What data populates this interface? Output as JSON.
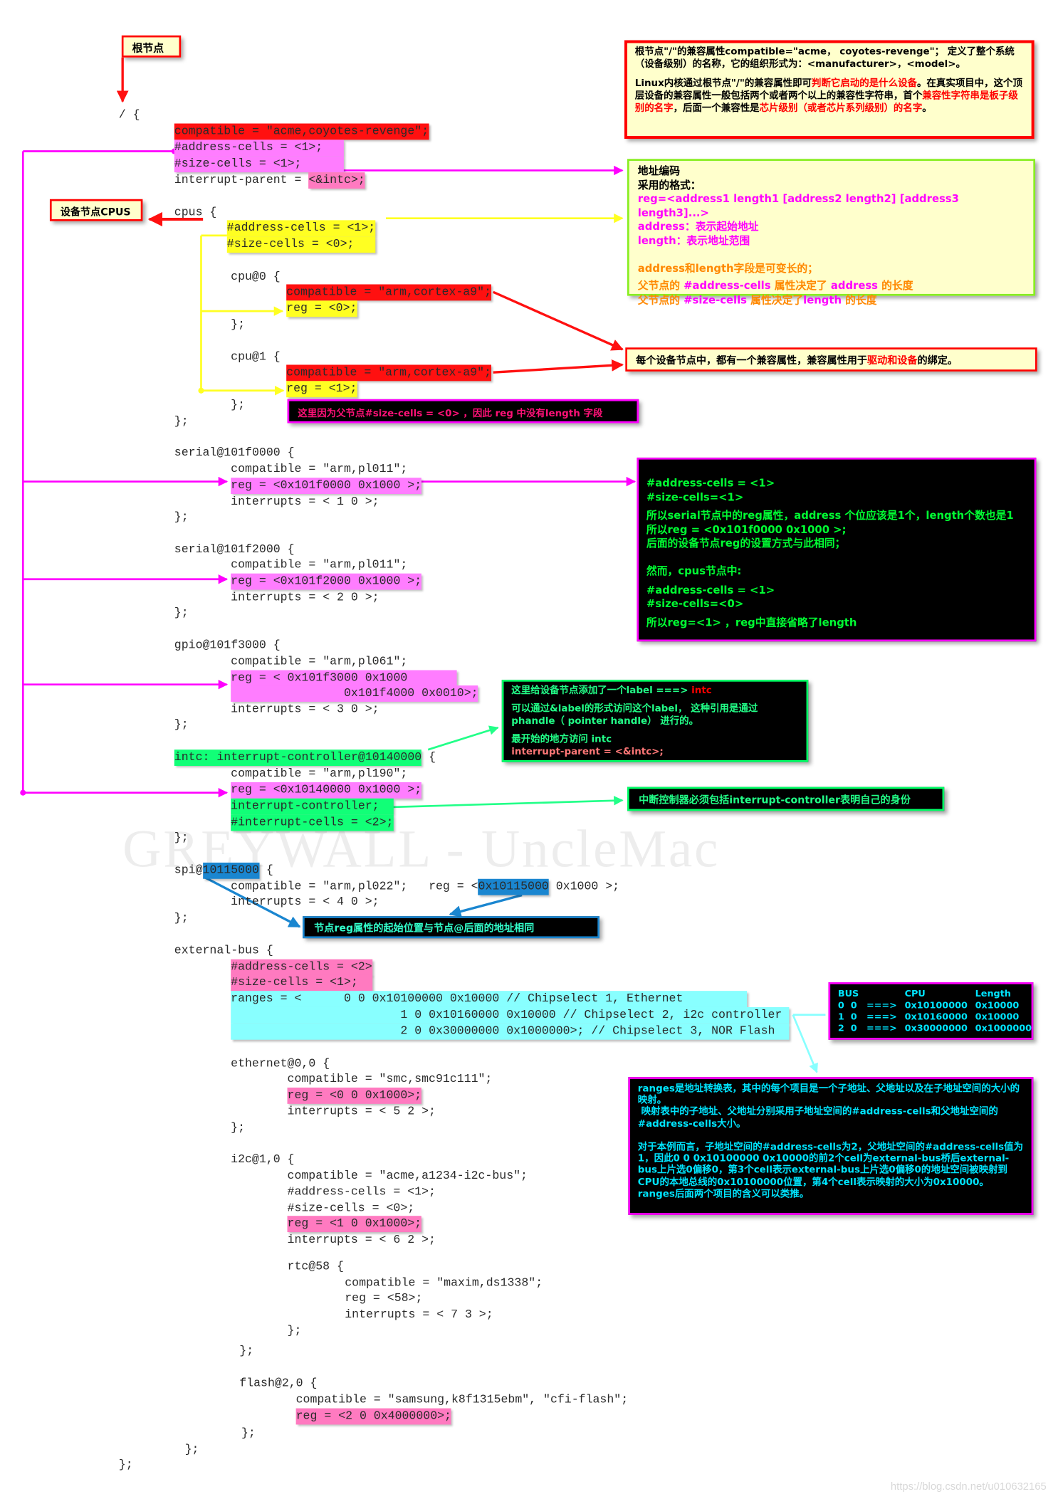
{
  "colors": {
    "red": "#ff1010",
    "violet": "#ff7dff",
    "pink": "#ff7ac0",
    "yellow": "#ffff22",
    "green": "#11ff77",
    "blue": "#1a86d0",
    "cyan": "#88ffff",
    "textred": "#ff0000",
    "magenta": "#ff00ff",
    "orange": "#ff8800",
    "black": "#000000",
    "lime": "#00ff33",
    "noteGreen": "#22ff88",
    "notePink": "#ff1177",
    "salmon": "#ff7777",
    "aqua": "#00e5ff",
    "spiText": "#33ffcc"
  },
  "code": {
    "lines": [
      {
        "segs": [
          {
            "t": "/ {"
          }
        ]
      },
      {
        "segs": [
          {
            "t": "compatible = \"acme,coyotes-revenge\";",
            "hl": "red"
          }
        ]
      },
      {
        "segs": [
          {
            "t": "#address-cells = <1>;   ",
            "hl": "violet"
          }
        ]
      },
      {
        "segs": [
          {
            "t": "#size-cells = <1>;      ",
            "hl": "violet"
          }
        ]
      },
      {
        "segs": [
          {
            "t": "interrupt-parent = "
          },
          {
            "t": "<&intc>;",
            "hl": "pink"
          }
        ]
      },
      {
        "segs": [
          {
            "t": "cpus {"
          }
        ]
      },
      {
        "segs": [
          {
            "t": "#address-cells = <1>;",
            "hl": "yellow"
          }
        ]
      },
      {
        "segs": [
          {
            "t": "#size-cells = <0>;   ",
            "hl": "yellow"
          }
        ]
      },
      {
        "segs": [
          {
            "t": "cpu@0 {"
          }
        ]
      },
      {
        "segs": [
          {
            "t": "compatible = \"arm,cortex-a9\";",
            "hl": "red"
          }
        ]
      },
      {
        "segs": [
          {
            "t": "reg = <0>;",
            "hl": "yellow"
          }
        ]
      },
      {
        "segs": [
          {
            "t": "};"
          }
        ]
      },
      {
        "segs": [
          {
            "t": "cpu@1 {"
          }
        ]
      },
      {
        "segs": [
          {
            "t": "compatible = \"arm,cortex-a9\";",
            "hl": "red"
          }
        ]
      },
      {
        "segs": [
          {
            "t": "reg = <1>;",
            "hl": "yellow"
          }
        ]
      },
      {
        "segs": [
          {
            "t": "};"
          }
        ]
      },
      {
        "segs": [
          {
            "t": "};"
          }
        ]
      },
      {
        "segs": [
          {
            "t": "serial@101f0000 {"
          }
        ]
      },
      {
        "segs": [
          {
            "t": "compatible = \"arm,pl011\";"
          }
        ]
      },
      {
        "segs": [
          {
            "t": "reg = <0x101f0000 0x1000 >;",
            "hl": "violet"
          }
        ]
      },
      {
        "segs": [
          {
            "t": "interrupts = < 1 0 >;"
          }
        ]
      },
      {
        "segs": [
          {
            "t": "};"
          }
        ]
      },
      {
        "segs": [
          {
            "t": "serial@101f2000 {"
          }
        ]
      },
      {
        "segs": [
          {
            "t": "compatible = \"arm,pl011\";"
          }
        ]
      },
      {
        "segs": [
          {
            "t": "reg = <0x101f2000 0x1000 >;",
            "hl": "violet"
          }
        ]
      },
      {
        "segs": [
          {
            "t": "interrupts = < 2 0 >;"
          }
        ]
      },
      {
        "segs": [
          {
            "t": "};"
          }
        ]
      },
      {
        "segs": [
          {
            "t": "gpio@101f3000 {"
          }
        ]
      },
      {
        "segs": [
          {
            "t": "compatible = \"arm,pl061\";"
          }
        ]
      },
      {
        "segs": [
          {
            "t": "reg = < 0x101f3000 0x1000       ",
            "hl": "violet"
          }
        ]
      },
      {
        "segs": [
          {
            "t": "                0x101f4000 0x0010>;",
            "hl": "violet"
          }
        ]
      },
      {
        "segs": [
          {
            "t": "interrupts = < 3 0 >;"
          }
        ]
      },
      {
        "segs": [
          {
            "t": "};"
          }
        ]
      },
      {
        "segs": [
          {
            "t": "intc: interrupt-controller@10140000",
            "hl": "green"
          },
          {
            "t": " {"
          }
        ]
      },
      {
        "segs": [
          {
            "t": "compatible = \"arm,pl190\";"
          }
        ]
      },
      {
        "segs": [
          {
            "t": "reg = <0x10140000 0x1000 >;",
            "hl": "violet"
          }
        ]
      },
      {
        "segs": [
          {
            "t": "interrupt-controller;  ",
            "hl": "green"
          }
        ]
      },
      {
        "segs": [
          {
            "t": "#interrupt-cells = <2>;",
            "hl": "green"
          }
        ]
      },
      {
        "segs": [
          {
            "t": "};"
          }
        ]
      },
      {
        "segs": [
          {
            "t": "spi@"
          },
          {
            "t": "10115000",
            "hl": "blue"
          },
          {
            "t": " {"
          }
        ]
      },
      {
        "segs": [
          {
            "t": "compatible = \"arm,pl022\";   reg = <"
          },
          {
            "t": "0x10115000",
            "hl": "blue"
          },
          {
            "t": " 0x1000 >;"
          }
        ]
      },
      {
        "segs": [
          {
            "t": "interrupts = < 4 0 >;"
          }
        ]
      },
      {
        "segs": [
          {
            "t": "};"
          }
        ]
      },
      {
        "segs": [
          {
            "t": "external-bus {"
          }
        ]
      },
      {
        "segs": [
          {
            "t": "#address-cells = <2>",
            "hl": "pink"
          }
        ]
      },
      {
        "segs": [
          {
            "t": "#size-cells = <1>;  ",
            "hl": "pink"
          }
        ]
      },
      {
        "segs": [
          {
            "t": "ranges = <      0 0 0x10100000 0x10000 // Chipselect 1, Ethernet         ",
            "hl": "cyan"
          }
        ]
      },
      {
        "segs": [
          {
            "t": "                        1 0 0x10160000 0x10000 // Chipselect 2, i2c controller ",
            "hl": "cyan"
          }
        ]
      },
      {
        "segs": [
          {
            "t": "                        2 0 0x30000000 0x1000000>; // Chipselect 3, NOR Flash  ",
            "hl": "cyan"
          }
        ]
      },
      {
        "segs": [
          {
            "t": "ethernet@0,0 {"
          }
        ]
      },
      {
        "segs": [
          {
            "t": "compatible = \"smc,smc91c111\";"
          }
        ]
      },
      {
        "segs": [
          {
            "t": "reg = <0 0 0x1000>;",
            "hl": "pink"
          }
        ]
      },
      {
        "segs": [
          {
            "t": "interrupts = < 5 2 >;"
          }
        ]
      },
      {
        "segs": [
          {
            "t": "};"
          }
        ]
      },
      {
        "segs": [
          {
            "t": "i2c@1,0 {"
          }
        ]
      },
      {
        "segs": [
          {
            "t": "compatible = \"acme,a1234-i2c-bus\";"
          }
        ]
      },
      {
        "segs": [
          {
            "t": "#address-cells = <1>;"
          }
        ]
      },
      {
        "segs": [
          {
            "t": "#size-cells = <0>;"
          }
        ]
      },
      {
        "segs": [
          {
            "t": "reg = <1 0 0x1000>;",
            "hl": "pink"
          }
        ]
      },
      {
        "segs": [
          {
            "t": "interrupts = < 6 2 >;"
          }
        ]
      },
      {
        "segs": [
          {
            "t": "rtc@58 {"
          }
        ]
      },
      {
        "segs": [
          {
            "t": "compatible = \"maxim,ds1338\";"
          }
        ]
      },
      {
        "segs": [
          {
            "t": "reg = <58>;"
          }
        ]
      },
      {
        "segs": [
          {
            "t": "interrupts = < 7 3 >;"
          }
        ]
      },
      {
        "segs": [
          {
            "t": "};"
          }
        ]
      },
      {
        "segs": [
          {
            "t": "};"
          }
        ]
      },
      {
        "segs": [
          {
            "t": "flash@2,0 {"
          }
        ]
      },
      {
        "segs": [
          {
            "t": "compatible = \"samsung,k8f1315ebm\", \"cfi-flash\";"
          }
        ]
      },
      {
        "segs": [
          {
            "t": "reg = <2 0 0x4000000>;",
            "hl": "pink"
          }
        ]
      },
      {
        "segs": [
          {
            "t": "};"
          }
        ]
      },
      {
        "segs": [
          {
            "t": "};"
          }
        ]
      },
      {
        "segs": [
          {
            "t": "};"
          }
        ]
      }
    ]
  },
  "notes": {
    "root_label": {
      "lines": [
        [
          {
            "t": "根节点"
          }
        ]
      ]
    },
    "cpus_label": {
      "lines": [
        [
          {
            "t": "设备节点CPUS"
          }
        ]
      ]
    },
    "root_note": {
      "lines": [
        [
          {
            "t": "根节点\"/\"的兼容属性compatible=\"acme， coyotes-revenge\"； 定义了整个系统（设备级别）的名称，它的组织形式为：<manufacturer>，<model>。"
          }
        ],
        [
          {
            "t": "Linux内核通过根节点\"/\"的兼容属性即可"
          },
          {
            "t": "判断它启动的是什么设备",
            "c": "textred"
          },
          {
            "t": "。在真实项目中，这个顶层设备的兼容属性一般包括两个或者两个以上的兼容性字符串，首个"
          },
          {
            "t": "兼容性字符串是板子级别的名字",
            "c": "textred"
          },
          {
            "t": "，后面一个兼容性是"
          },
          {
            "t": "芯片级别（或者芯片系列级别）的名字",
            "c": "textred"
          },
          {
            "t": "。"
          }
        ]
      ]
    },
    "reg_note": {
      "lines": [
        [
          {
            "t": "地址编码"
          }
        ],
        [
          {
            "t": "采用的格式："
          }
        ],
        [
          {
            "t": "reg=<address1 length1 [address2 length2] [address3 length3]...>",
            "c": "magenta"
          }
        ],
        [
          {
            "t": "address：表示起始地址",
            "c": "magenta"
          }
        ],
        [
          {
            "t": "length：表示地址范围",
            "c": "magenta"
          }
        ],
        [
          {
            "t": " "
          }
        ],
        [
          {
            "t": "address和length字段是可变长的；",
            "c": "orange"
          }
        ],
        [
          {
            "t": "父节点的 ",
            "c": "orange"
          },
          {
            "t": "#address-cells",
            "c": "magenta"
          },
          {
            "t": " 属性决定了 ",
            "c": "orange"
          },
          {
            "t": "address",
            "c": "magenta"
          },
          {
            "t": " 的长度",
            "c": "orange"
          }
        ],
        [
          {
            "t": "父节点的 ",
            "c": "orange"
          },
          {
            "t": "#size-cells",
            "c": "magenta"
          },
          {
            "t": " 属性决定了",
            "c": "orange"
          },
          {
            "t": "length",
            "c": "magenta"
          },
          {
            "t": " 的长度",
            "c": "orange"
          }
        ]
      ]
    },
    "compat_note": {
      "lines": [
        [
          {
            "t": "每个设备节点中，都有一个兼容属性，兼容属性用于"
          },
          {
            "t": "驱动和设备",
            "c": "textred"
          },
          {
            "t": "的绑定。"
          }
        ]
      ]
    },
    "size0_note": {
      "lines": [
        [
          {
            "t": "这里因为父节点#size-cells = <0> ，因此 reg 中没有length 字段"
          }
        ]
      ]
    },
    "serial_note": {
      "lines": [
        [
          {
            "t": "#address-cells = <1>"
          }
        ],
        [
          {
            "t": "#size-cells=<1>"
          }
        ],
        [
          {
            "t": "所以serial节点中的reg属性，address 个位应该是1个，length个数也是1"
          }
        ],
        [
          {
            "t": "所以reg = <0x101f0000 0x1000 >;"
          }
        ],
        [
          {
            "t": "后面的设备节点reg的设置方式与此相同；"
          }
        ],
        [
          {
            "t": " "
          }
        ],
        [
          {
            "t": "然而，cpus节点中:"
          }
        ],
        [
          {
            "t": "#address-cells = <1>"
          }
        ],
        [
          {
            "t": "#size-cells=<0>"
          }
        ],
        [
          {
            "t": "所以reg=<1> ，reg中直接省略了length"
          }
        ]
      ]
    },
    "label_note": {
      "lines": [
        [
          {
            "t": "这里给设备节点添加了一个label ===> "
          },
          {
            "t": "intc",
            "c": "textred"
          }
        ],
        [
          {
            "t": "可以通过&label的形式访问这个label， 这种引用是通过phandle（ pointer handle） 进行的。"
          }
        ],
        [
          {
            "t": "最开始的地方访问 intc"
          }
        ],
        [
          {
            "t": "interrupt-parent = <&intc>;",
            "c": "salmon"
          }
        ]
      ]
    },
    "intc_note": {
      "lines": [
        [
          {
            "t": "中断控制器必须包括interrupt-controller表明自己的身份"
          }
        ]
      ]
    },
    "spi_note": {
      "lines": [
        [
          {
            "t": "节点reg属性的起始位置与节点@后面的地址相同"
          }
        ]
      ]
    },
    "ranges_note": {
      "lines": [
        [
          {
            "t": "ranges是地址转换表，其中的每个项目是一个子地址、父地址以及在子地址空间的大小的映射。"
          }
        ],
        [
          {
            "t": " 映射表中的子地址、父地址分别采用子地址空间的#address-cells和父地址空间的#address-cells大小。"
          }
        ],
        [
          {
            "t": " "
          }
        ],
        [
          {
            "t": "对于本例而言，子地址空间的#address-cells为2，父地址空间的#address-cells值为1，因此0 0 0x10100000 0x10000的前2个cell为external-bus桥后external-bus上片选0偏移0，第3个cell表示external-bus上片选0偏移0的地址空间被映射到CPU的本地总线的0x10100000位置，第4个cell表示映射的大小为0x10000。ranges后面两个项目的含义可以类推。"
          }
        ]
      ]
    }
  },
  "bus_table": {
    "headers": [
      "BUS",
      "",
      "CPU",
      "Length"
    ],
    "rows": [
      [
        "0  0",
        "===>",
        "0x10100000",
        "0x10000"
      ],
      [
        "1  0",
        "===>",
        "0x10160000",
        "0x10000"
      ],
      [
        "2  0",
        "===>",
        "0x30000000",
        "0x1000000"
      ]
    ]
  },
  "watermark": "GREYWALL - UncleMac",
  "source_url": "https://blog.csdn.net/u010632165"
}
